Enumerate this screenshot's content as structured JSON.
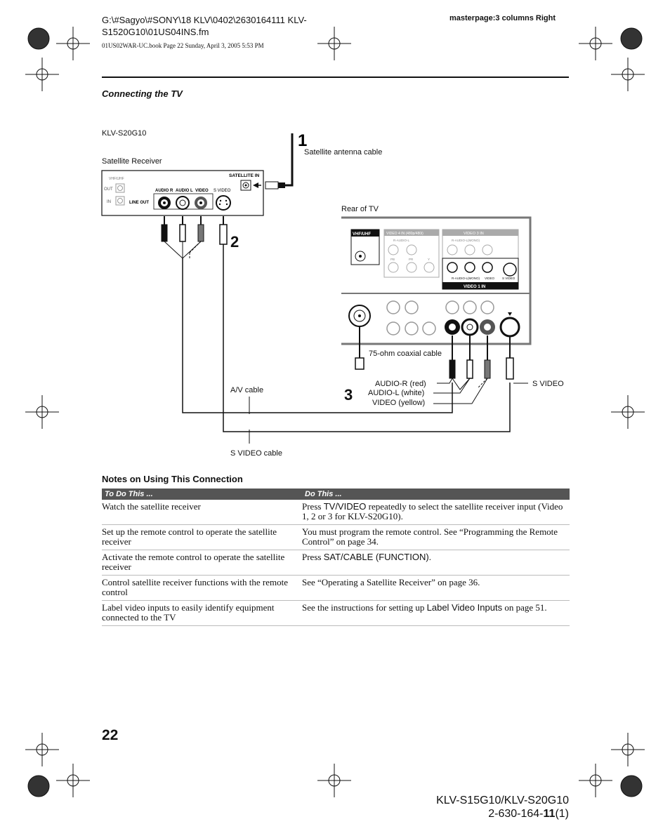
{
  "header": {
    "file_path": "G:\\#Sagyo\\#SONY\\18 KLV\\0402\\2630164111 KLV-S1520G10\\01US04INS.fm",
    "masterpage": "masterpage:3 columns Right",
    "book_line": "01US02WAR-UC.book  Page 22  Sunday, April 3, 2005  5:53 PM"
  },
  "section_title": "Connecting the TV",
  "diagram": {
    "model_label": "KLV-S20G10",
    "receiver_label": "Satellite Receiver",
    "antenna_label": "Satellite antenna cable",
    "satellite_in": "SATELLITE IN",
    "vhf_uhf_small": "VHF/UHF",
    "out": "OUT",
    "in": "IN",
    "line_out": "LINE OUT",
    "audio_r": "AUDIO R",
    "audio_l": "AUDIO L",
    "video": "VIDEO",
    "s_video_port": "S VIDEO",
    "rear_of_tv": "Rear of TV",
    "tv_vhf_uhf": "VHF/UHF",
    "video4": "VIDEO 4 IN (480p/480i)",
    "video3": "VIDEO 3 IN",
    "video1": "VIDEO 1 IN",
    "r_audio_l": "R-AUDIO-L",
    "r_audio_l_mono": "R-AUDIO-L(MONO)",
    "pb": "PB",
    "pr": "PR",
    "y": "Y",
    "video_small": "VIDEO",
    "s_video_small": "S VIDEO",
    "coax_label": "75-ohm coaxial cable",
    "audio_r_red": "AUDIO-R (red)",
    "audio_l_white": "AUDIO-L (white)",
    "video_yellow": "VIDEO (yellow)",
    "s_video_label": "S VIDEO",
    "av_cable": "A/V cable",
    "s_video_cable": "S VIDEO cable",
    "step1": "1",
    "step2": "2",
    "step3": "3"
  },
  "notes": {
    "title": "Notes on Using This Connection",
    "headers": [
      "To Do This ...",
      "Do This ..."
    ],
    "rows": [
      {
        "todo": "Watch the satellite receiver",
        "do_pre": "Press ",
        "do_key": "TV/VIDEO",
        "do_post": " repeatedly to select the satellite receiver input (Video 1, 2 or 3 for KLV-S20G10)."
      },
      {
        "todo": "Set up the remote control to operate the satellite receiver",
        "do_pre": "You must program the remote control. See “Programming the Remote Control” on page 34.",
        "do_key": "",
        "do_post": ""
      },
      {
        "todo": "Activate the remote control to operate the satellite receiver",
        "do_pre": "Press ",
        "do_key": "SAT/CABLE (FUNCTION)",
        "do_post": "."
      },
      {
        "todo": "Control satellite receiver functions with the remote control",
        "do_pre": "See “Operating a Satellite Receiver” on page 36.",
        "do_key": "",
        "do_post": ""
      },
      {
        "todo": "Label video inputs to easily identify equipment connected to the TV",
        "do_pre": "See the instructions for setting up ",
        "do_key": "Label Video Inputs",
        "do_post": " on page 51."
      }
    ]
  },
  "footer": {
    "page_number": "22",
    "model_line": "KLV-S15G10/KLV-S20G10",
    "code_pre": "2-630-164-",
    "code_bold": "11",
    "code_post": "(1)"
  }
}
